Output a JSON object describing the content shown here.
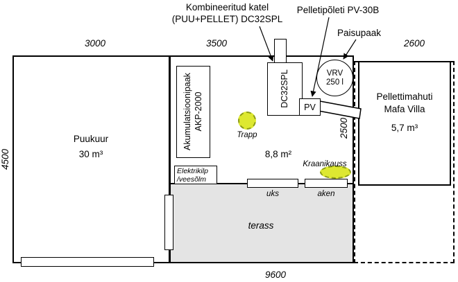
{
  "title_annotations": {
    "katel_line1": "Kombineeritud katel",
    "katel_line2": "(PUU+PELLET)  DC32SPL",
    "pelletipoleti": "Pelletipõleti PV-30B",
    "paisupaak": "Paisupaak"
  },
  "dimensions": {
    "puukuur_width": "3000",
    "boiler_room_width": "3500",
    "pellet_store_width": "2600",
    "building_depth": "4500",
    "boiler_room_depth": "2500",
    "total_width": "9600"
  },
  "rooms": {
    "puukuur_name": "Puukuur",
    "puukuur_area": "30 m³",
    "boiler_room_area": "8,8 m²",
    "terrace": "terass"
  },
  "equipment": {
    "accumulator_line1": "Akumulatsioonipaak",
    "accumulator_line2": "AKP-2000",
    "boiler": "DC32SPL",
    "burner": "PV",
    "expansion_vessel_line1": "VRV",
    "expansion_vessel_line2": "250 l",
    "floor_drain": "Trapp",
    "sink": "Kraanikauss",
    "electrical_line1": "Elektrikilp",
    "electrical_line2": "/veesõlm",
    "pellet_container_line1": "Pellettimahuti",
    "pellet_container_line2": "Mafa Villa",
    "pellet_container_volume": "5,7 m³",
    "door": "uks",
    "window": "aken"
  },
  "colors": {
    "highlight_fill": "#dde831",
    "highlight_border": "#8b9b16",
    "terrace_fill": "#e4e4e4",
    "line": "#000000"
  }
}
